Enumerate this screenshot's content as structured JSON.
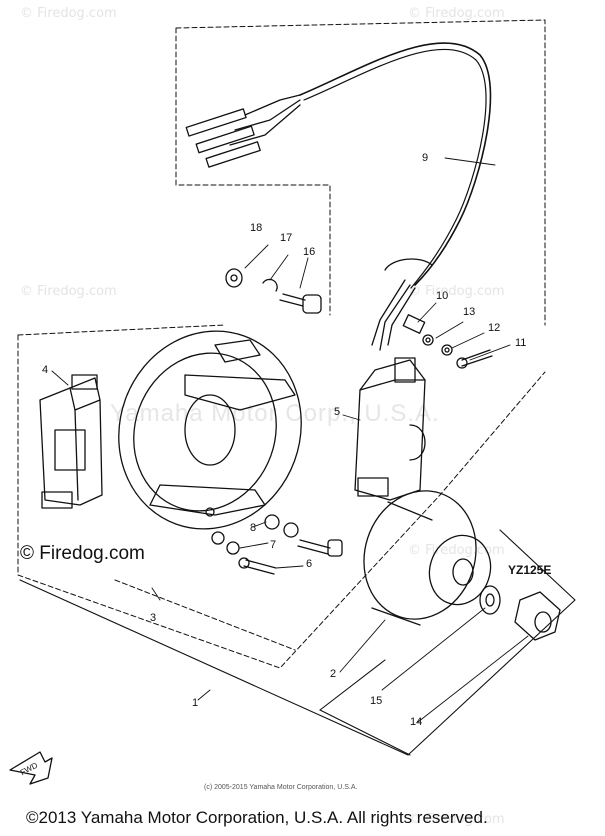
{
  "watermarks": {
    "corner_text": "© Firedog.com",
    "center_text": "Yamaha Motor Corp., U.S.A.",
    "left_text": "© Firedog.com"
  },
  "diagram": {
    "model_label": "YZ125E",
    "fwd_label": "FWD",
    "part_labels": [
      "1",
      "2",
      "3",
      "4",
      "5",
      "6",
      "7",
      "8",
      "9",
      "10",
      "11",
      "12",
      "13",
      "14",
      "15",
      "16",
      "17",
      "18"
    ]
  },
  "footer": {
    "small_copyright": "(c) 2005-2015 Yamaha Motor Corporation, U.S.A.",
    "main_copyright": "©2013 Yamaha Motor Corporation, U.S.A. All rights reserved."
  },
  "colors": {
    "ink": "#111111",
    "watermark": "#e4e4e4"
  }
}
